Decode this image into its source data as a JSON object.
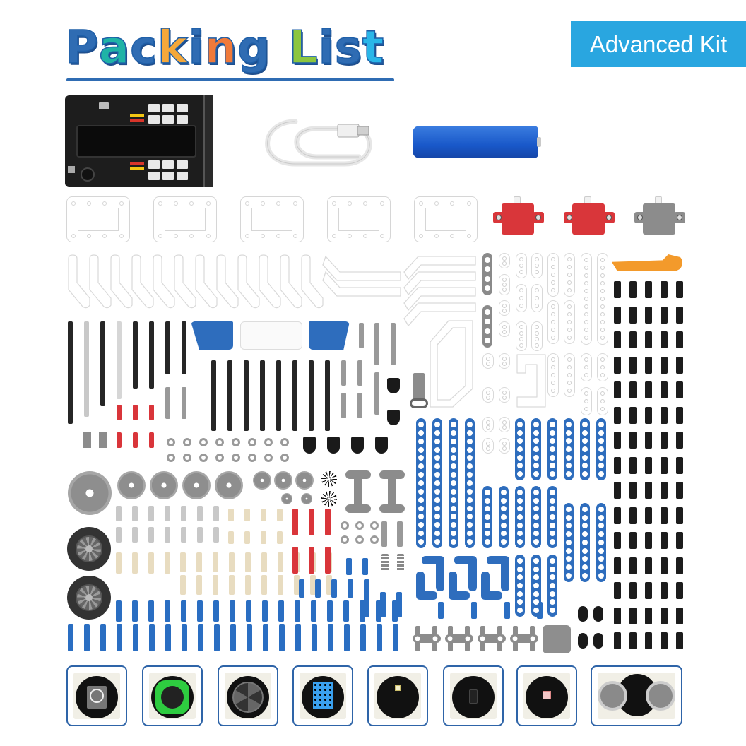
{
  "header": {
    "title_letters": [
      {
        "ch": "P",
        "color": "#2f6cb3"
      },
      {
        "ch": "a",
        "color": "#1fb3a6"
      },
      {
        "ch": "c",
        "color": "#2f6cb3"
      },
      {
        "ch": "k",
        "color": "#f5a83a"
      },
      {
        "ch": "i",
        "color": "#2f6cb3"
      },
      {
        "ch": "n",
        "color": "#f07a3a"
      },
      {
        "ch": "g",
        "color": "#2f6cb3"
      },
      {
        "ch": " ",
        "color": "#ffffff"
      },
      {
        "ch": "L",
        "color": "#8cc63f"
      },
      {
        "ch": "i",
        "color": "#2f6cb3"
      },
      {
        "ch": "s",
        "color": "#2f6cb3"
      },
      {
        "ch": "t",
        "color": "#29b6e8"
      }
    ],
    "title": "Packing List",
    "underline_color": "#2f6cb3",
    "kit_badge": "Advanced Kit",
    "kit_badge_color": "#29a6e0"
  },
  "electronics": [
    {
      "name": "Expansion board with battery holder",
      "icon": "controller-board"
    },
    {
      "name": "USB cable",
      "icon": "usb-cable"
    },
    {
      "name": "Rechargeable battery",
      "icon": "battery",
      "color": "#1f5fcf"
    }
  ],
  "frames": {
    "count": 5,
    "color": "#d6d6d6"
  },
  "servos": [
    {
      "color": "#d9363a"
    },
    {
      "color": "#d9363a"
    },
    {
      "color": "#8c8c8c"
    }
  ],
  "l_brackets_outline": {
    "count": 12
  },
  "long_angled_beams": {
    "count": 2
  },
  "stacked_angled_beams": {
    "count": 4
  },
  "black_pins_grid": {
    "columns": 5,
    "rows": 15,
    "color": "#1c1c1c"
  },
  "blue_beams_long": {
    "count": 4,
    "holes": 15
  },
  "blue_beams_mid": [
    {
      "count": 6,
      "holes": 7
    },
    {
      "count": 5,
      "holes": 7
    },
    {
      "count": 3,
      "holes": 9
    },
    {
      "count": 3,
      "holes": 7
    }
  ],
  "blue_l_beams": {
    "count": 6
  },
  "gears": {
    "large": 1,
    "medium": 4,
    "small": 3,
    "tiny": 2,
    "black": 2
  },
  "wheels": {
    "count": 2
  },
  "sensor_modules": [
    {
      "name": "Potentiometer module",
      "icon": "rotary-knob",
      "accent": "#777777"
    },
    {
      "name": "Button module",
      "icon": "green-button",
      "accent": "#2ecc40"
    },
    {
      "name": "Fan motor module",
      "icon": "fan",
      "accent": "#555555"
    },
    {
      "name": "Temperature & humidity module",
      "icon": "dht-sensor",
      "accent": "#3aa0ee"
    },
    {
      "name": "LED module",
      "icon": "white-led",
      "accent": "#f2eecb"
    },
    {
      "name": "IR receiver module",
      "icon": "ir-receiver",
      "accent": "#333333"
    },
    {
      "name": "RGB LED module",
      "icon": "rgb-led",
      "accent": "#f3c7c7"
    },
    {
      "name": "Ultrasonic module",
      "icon": "ultrasonic-sensor",
      "accent": "#888888"
    }
  ],
  "colors": {
    "module_border": "#2e64a8",
    "beam_blue": "#2e6dbd",
    "axle_black": "#262626",
    "axle_gray": "#c8c8c8",
    "red": "#d9353a",
    "tan": "#e8dcc0",
    "pin_blue": "#2a6ec2"
  }
}
